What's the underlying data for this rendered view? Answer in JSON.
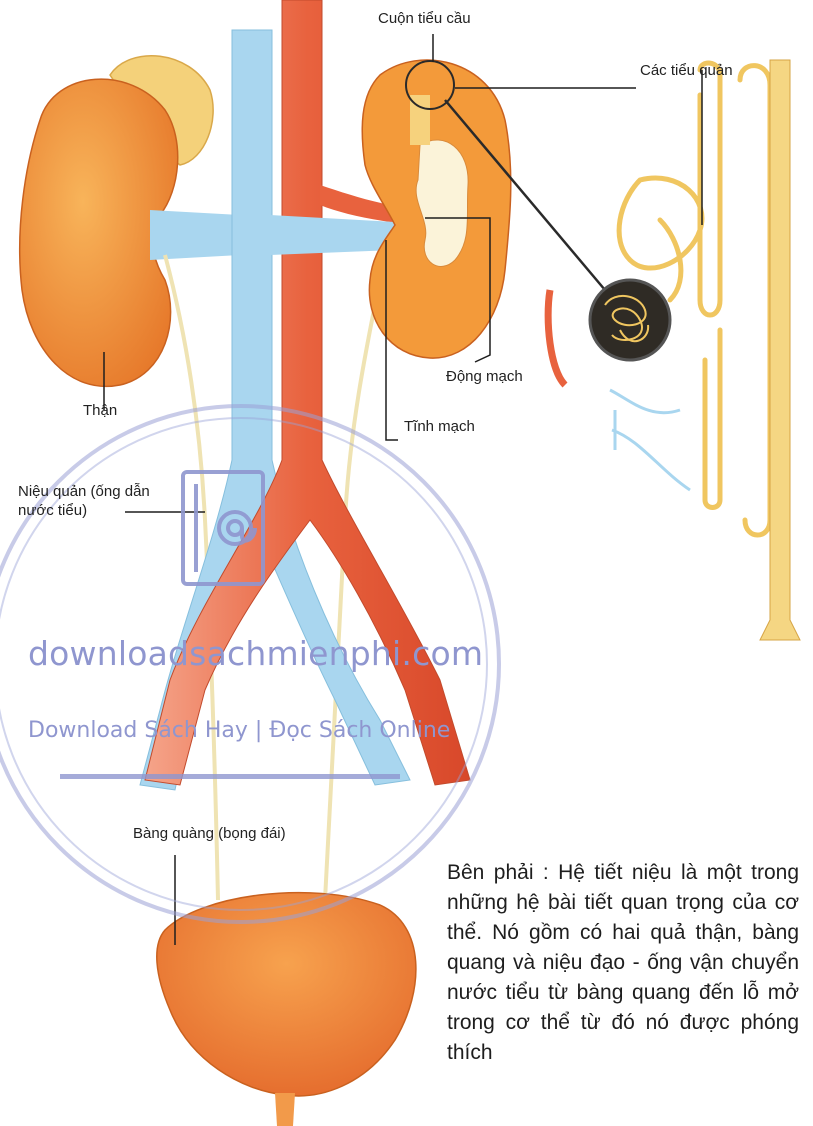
{
  "labels": {
    "glomerulus": "Cuộn tiểu cầu",
    "tubules": "Các tiểu quản",
    "artery": "Động mạch",
    "vein": "Tĩnh mạch",
    "kidney": "Thận",
    "ureter": "Niệu quản (ống dẫn nước tiểu)",
    "bladder": "Bàng quàng (bọng đái)"
  },
  "caption": "Bên phải : Hệ tiết niệu là một trong những hệ bài tiết quan trọng của cơ thể. Nó gồm có hai quả thận, bàng quang và niệu đạo - ống vận chuyển nước tiểu từ bàng quang đến lỗ mở trong cơ thể từ đó nó được phóng thích",
  "watermark": {
    "title": "downloadsachmienphi.com",
    "subtitle": "Download Sách Hay | Đọc Sách Online",
    "icon": "book-at-icon"
  },
  "colors": {
    "kidney": "#f39a3a",
    "artery": "#e8623e",
    "vein": "#a9d6ef",
    "tubule": "#f3c96a",
    "watermark": "#8f96cf"
  }
}
